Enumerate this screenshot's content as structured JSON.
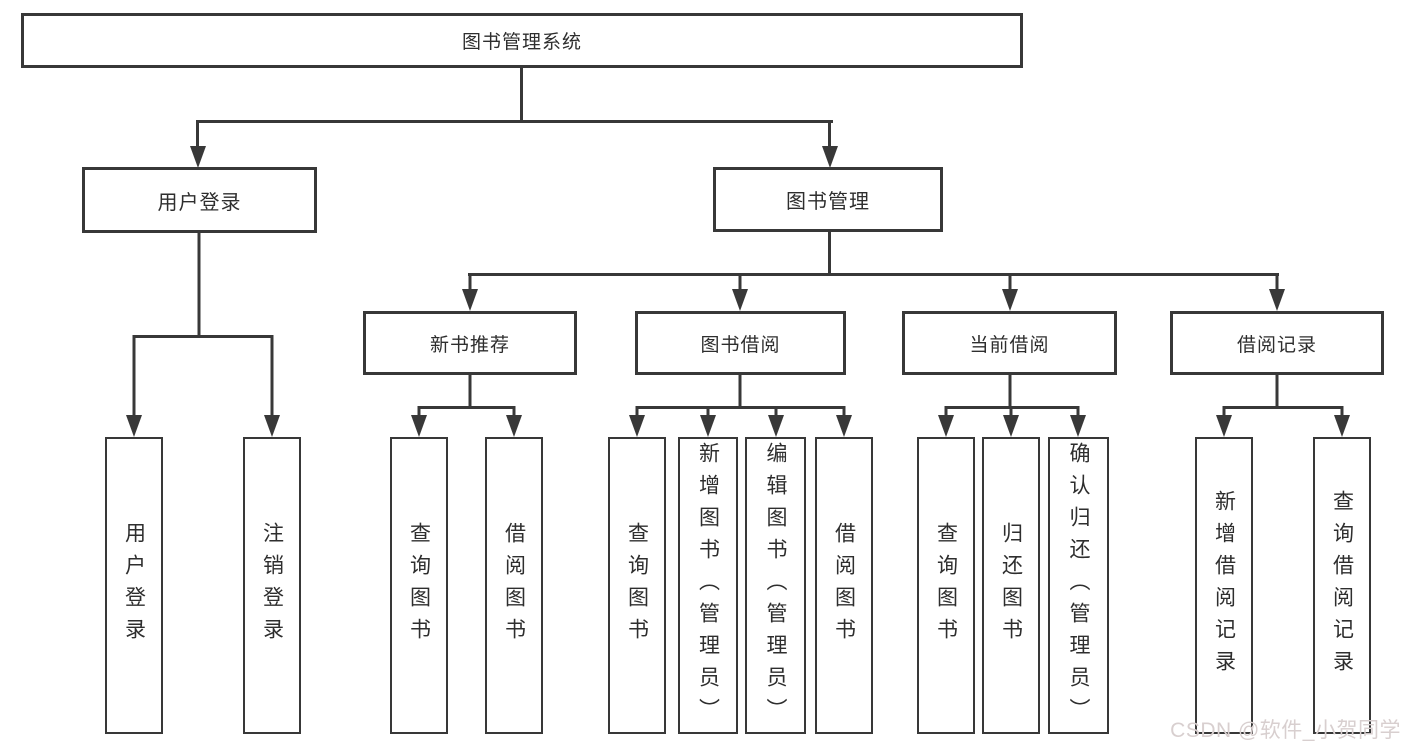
{
  "diagram": {
    "root": {
      "label": "图书管理系统"
    },
    "level2": [
      {
        "id": "user-login",
        "label": "用户登录"
      },
      {
        "id": "book-management",
        "label": "图书管理"
      }
    ],
    "level3": [
      {
        "id": "new-book-recommend",
        "label": "新书推荐"
      },
      {
        "id": "book-borrow",
        "label": "图书借阅"
      },
      {
        "id": "current-borrow",
        "label": "当前借阅"
      },
      {
        "id": "borrow-records",
        "label": "借阅记录"
      }
    ],
    "leaves": {
      "user_login": [
        {
          "label": "用户登录"
        },
        {
          "label": "注销登录"
        }
      ],
      "new_book_recommend": [
        {
          "label": "查询图书"
        },
        {
          "label": "借阅图书"
        }
      ],
      "book_borrow": [
        {
          "label": "查询图书"
        },
        {
          "label": "新增图书（管理员）"
        },
        {
          "label": "编辑图书（管理员）"
        },
        {
          "label": "借阅图书"
        }
      ],
      "current_borrow": [
        {
          "label": "查询图书"
        },
        {
          "label": "归还图书"
        },
        {
          "label": "确认归还（管理员）"
        }
      ],
      "borrow_records": [
        {
          "label": "新增借阅记录"
        },
        {
          "label": "查询借阅记录"
        }
      ]
    }
  },
  "watermark": {
    "text": "CSDN @软件_小贺同学"
  },
  "colors": {
    "line": "#383838",
    "border": "#383838",
    "text": "#2e2e2e",
    "watermark": "#d8cfcf",
    "background": "#ffffff"
  }
}
